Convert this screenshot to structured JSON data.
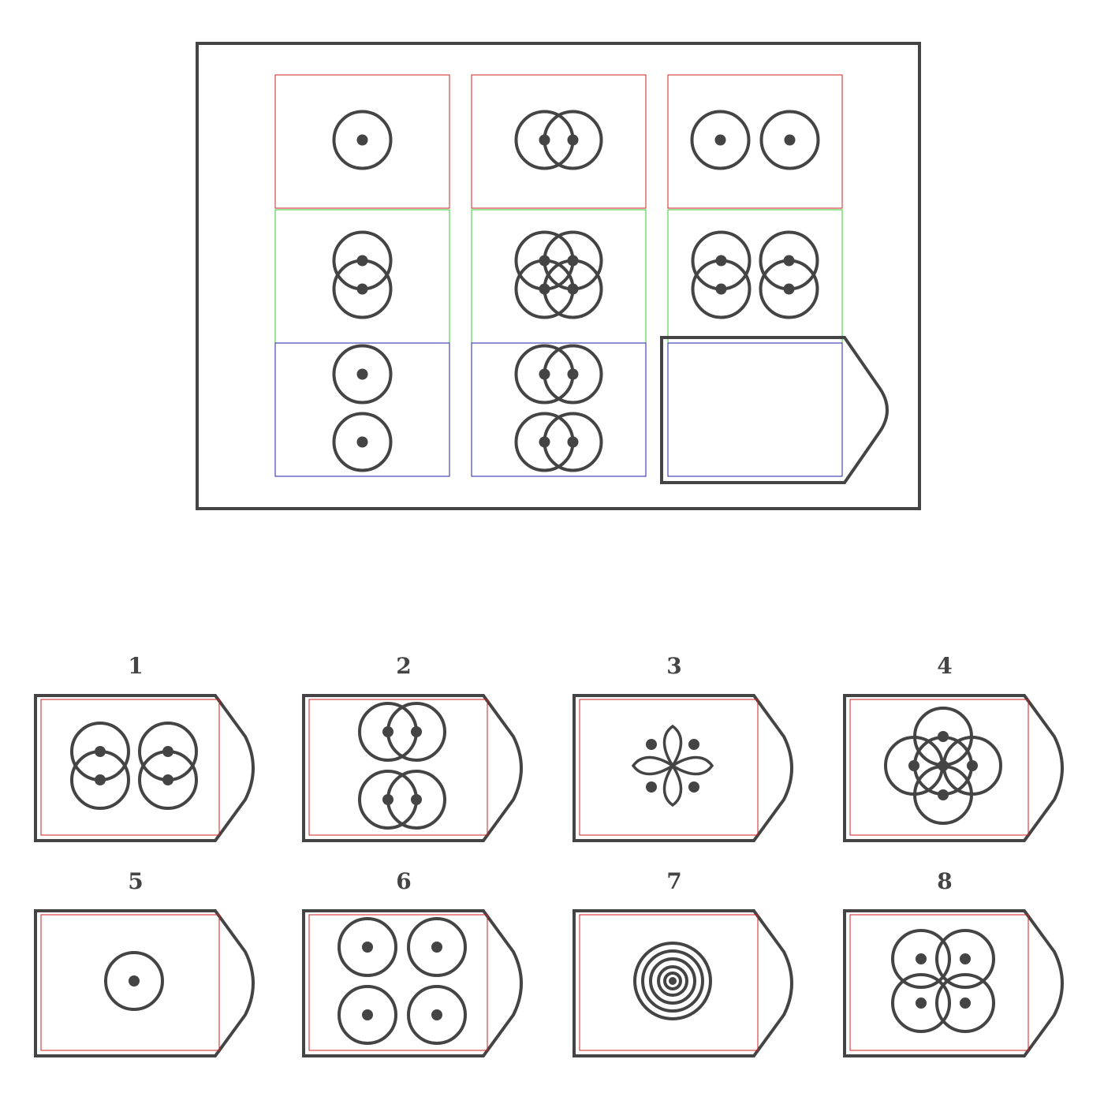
{
  "colors": {
    "ink": "#444444",
    "cell_top_row": "#cc2222",
    "cell_mid_row": "#33cc33",
    "cell_bottom_row": "#2222aa",
    "option_inner": "#cc2222"
  },
  "matrix": {
    "cells": [
      {
        "row": 1,
        "col": 1,
        "figure": "single-circle"
      },
      {
        "row": 1,
        "col": 2,
        "figure": "two-overlapping-circles-horizontal"
      },
      {
        "row": 1,
        "col": 3,
        "figure": "two-separate-circles-horizontal"
      },
      {
        "row": 2,
        "col": 1,
        "figure": "two-overlapping-circles-vertical"
      },
      {
        "row": 2,
        "col": 2,
        "figure": "four-overlapping-circles-square"
      },
      {
        "row": 2,
        "col": 3,
        "figure": "two-vertical-overlapping-pairs-side-by-side"
      },
      {
        "row": 3,
        "col": 1,
        "figure": "two-separate-circles-vertical"
      },
      {
        "row": 3,
        "col": 2,
        "figure": "two-horizontal-overlapping-pairs-stacked"
      },
      {
        "row": 3,
        "col": 3,
        "figure": "empty-answer-slot"
      }
    ]
  },
  "options": [
    {
      "label": "1",
      "figure": "two-vertical-overlapping-pairs-side-by-side"
    },
    {
      "label": "2",
      "figure": "two-horizontal-overlapping-pairs-stacked"
    },
    {
      "label": "3",
      "figure": "four-petal-flower-with-dots"
    },
    {
      "label": "4",
      "figure": "five-overlapping-circles-cross"
    },
    {
      "label": "5",
      "figure": "single-circle"
    },
    {
      "label": "6",
      "figure": "four-separate-circles-grid"
    },
    {
      "label": "7",
      "figure": "concentric-circles"
    },
    {
      "label": "8",
      "figure": "four-overlapping-circles-clover"
    }
  ]
}
